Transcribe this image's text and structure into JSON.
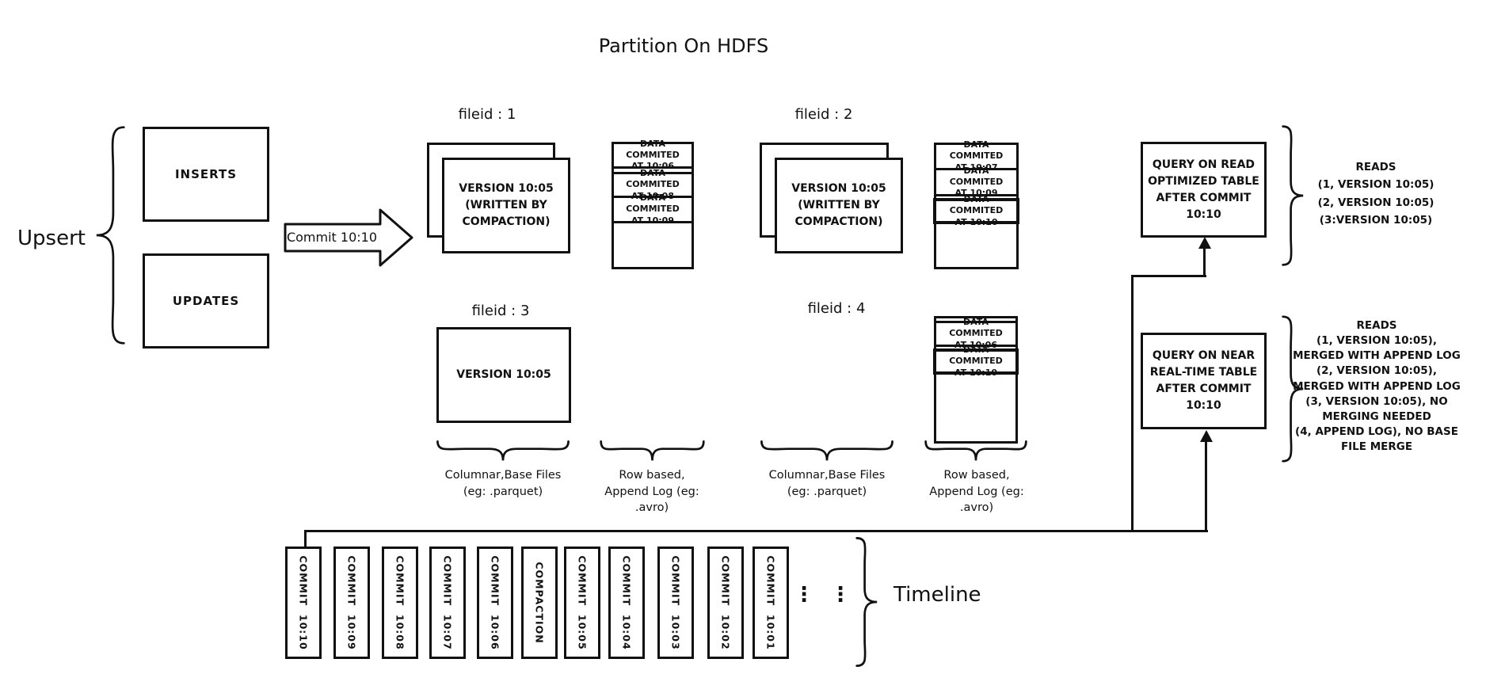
{
  "title": "Partition On HDFS",
  "upsert": {
    "label": "Upsert",
    "inserts_label": "INSERTS",
    "updates_label": "UPDATES"
  },
  "commit_arrow": {
    "label": "Commit 10:10"
  },
  "file_groups": {
    "fg1": {
      "label": "fileid : 1",
      "base_text": "VERSION 10:05\n(WRITTEN BY\nCOMPACTION)"
    },
    "fg2": {
      "label": "fileid : 2",
      "base_text": "VERSION 10:05\n(WRITTEN BY\nCOMPACTION)"
    },
    "fg3": {
      "label": "fileid : 3",
      "base_text": "VERSION 10:05"
    },
    "fg4": {
      "label": "fileid : 4"
    }
  },
  "logs": {
    "log1": {
      "cells": [
        "DATA COMMITED\nAT 10:06",
        "DATA COMMITED\nAT 10:08",
        "DATA COMMITED\nAT 10:09"
      ]
    },
    "log2": {
      "cells": [
        "DATA COMMITED\nAT 10:07",
        "DATA COMMITED\nAT 10:09",
        "DATA COMMITED\nAT 10:10"
      ]
    },
    "log4": {
      "cells": [
        "DATA COMMITED\nAT 10:06",
        "DATA COMMITED\nAT 10:10"
      ]
    }
  },
  "column_labels": {
    "columnar": "Columnar,Base Files\n(eg: .parquet)",
    "row_based": "Row based,\nAppend Log  (eg:\n.avro)"
  },
  "queries": {
    "read_optimized": {
      "box_text": "QUERY ON READ\nOPTIMIZED TABLE\nAFTER COMMIT\n10:10",
      "reads_text": "READS\n(1, VERSION 10:05)\n(2, VERSION 10:05)\n(3:VERSION 10:05)"
    },
    "near_realtime": {
      "box_text": "QUERY ON NEAR\nREAL-TIME TABLE\nAFTER COMMIT\n10:10",
      "reads_text": "READS\n(1, VERSION 10:05),\nMERGED WITH APPEND LOG\n(2, VERSION 10:05),\nMERGED WITH APPEND LOG\n(3, VERSION 10:05), NO\nMERGING NEEDED\n(4, APPEND LOG), NO BASE\nFILE MERGE"
    }
  },
  "timeline": {
    "label": "Timeline",
    "ellipsis": "⋮",
    "items": [
      "COMMIT  10:10",
      "COMMIT  10:09",
      "COMMIT  10:08",
      "COMMIT  10:07",
      "COMMIT  10:06",
      "COMPACTION",
      "COMMIT  10:05",
      "COMMIT  10:04",
      "COMMIT  10:03",
      "COMMIT  10:02",
      "COMMIT  10:01"
    ]
  }
}
